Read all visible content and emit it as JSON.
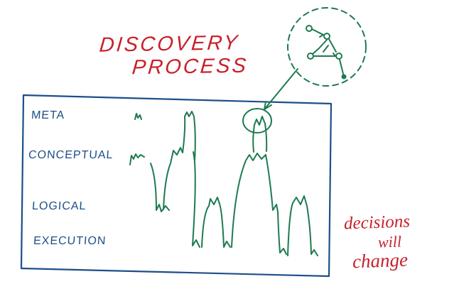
{
  "title": {
    "line1": "DISCOVERY",
    "line2": "PROCESS"
  },
  "levels": [
    "META",
    "CONCEPTUAL",
    "LOGICAL",
    "EXECUTION"
  ],
  "note": {
    "line1": "decisions",
    "line2": "will",
    "line3": "change"
  },
  "colors": {
    "title": "#c8202a",
    "labels": "#1d4e8a",
    "frame": "#1d4e8a",
    "path": "#1e7a50",
    "note": "#c8202a"
  }
}
